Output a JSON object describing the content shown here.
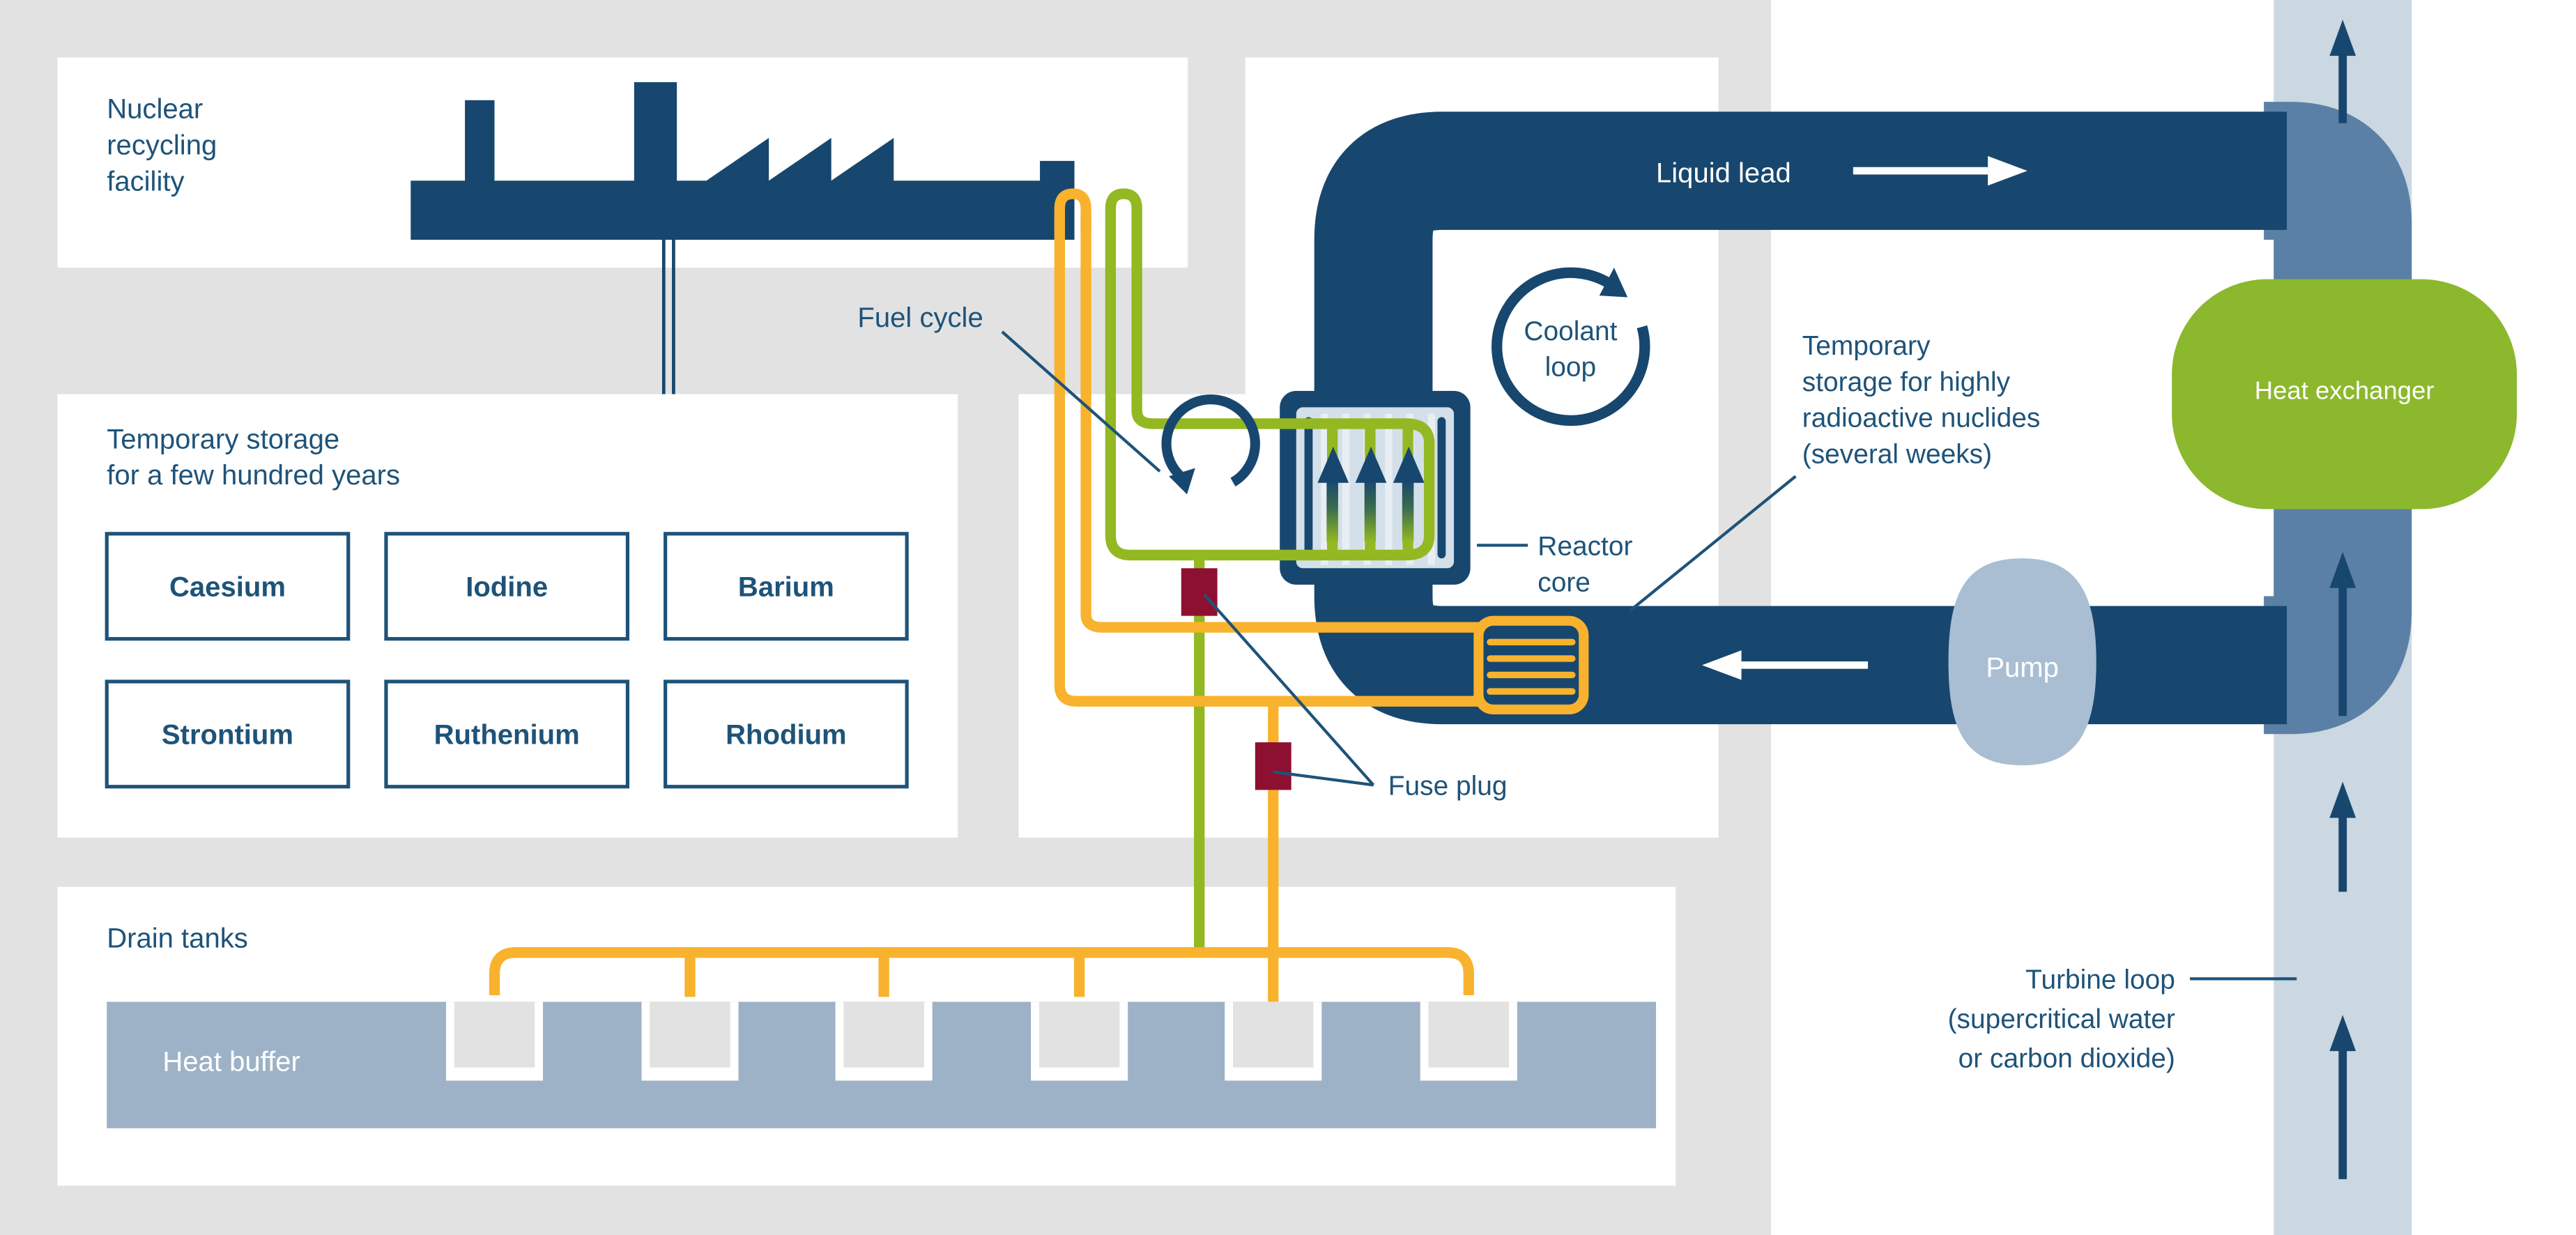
{
  "palette": {
    "background_gray": "#e2e2e2",
    "card_white": "#ffffff",
    "pipe_navy": "#17476E",
    "text_navy": "#1E5379",
    "fuel_green": "#93B822",
    "waste_yellow": "#F9B22D",
    "fuse_red": "#8E1031",
    "buffer_steel": "#9DB2C6",
    "turbine_band": "#CBD7E1",
    "secondary_pipe_blue": "#5B80A6",
    "pump_blue": "#A9BED2",
    "core_panel": "#D3DFE9",
    "heat_exchanger_green": "#8CB82D",
    "tank_gray": "#E2E2E2"
  },
  "facility": {
    "lines": [
      "Nuclear",
      "recycling",
      "facility"
    ]
  },
  "fuel_cycle_label": "Fuel cycle",
  "liquid_lead_label": "Liquid lead",
  "coolant_loop": {
    "lines": [
      "Coolant",
      "loop"
    ]
  },
  "reactor_core": {
    "lines": [
      "Reactor",
      "core"
    ]
  },
  "hot_storage": {
    "lines": [
      "Temporary",
      "storage for highly",
      "radioactive nuclides",
      "(several weeks)"
    ]
  },
  "heat_exchanger_label": "Heat exchanger",
  "pump_label": "Pump",
  "fuse_plug_label": "Fuse plug",
  "turbine_loop": {
    "lines": [
      "Turbine loop",
      "(supercritical water",
      "or carbon dioxide)"
    ]
  },
  "storage": {
    "heading_lines": [
      "Temporary storage",
      "for a few hundred years"
    ],
    "elements": [
      "Caesium",
      "Iodine",
      "Barium",
      "Strontium",
      "Ruthenium",
      "Rhodium"
    ]
  },
  "drain": {
    "label": "Drain tanks",
    "buffer_label": "Heat buffer",
    "tank_count": 6
  }
}
